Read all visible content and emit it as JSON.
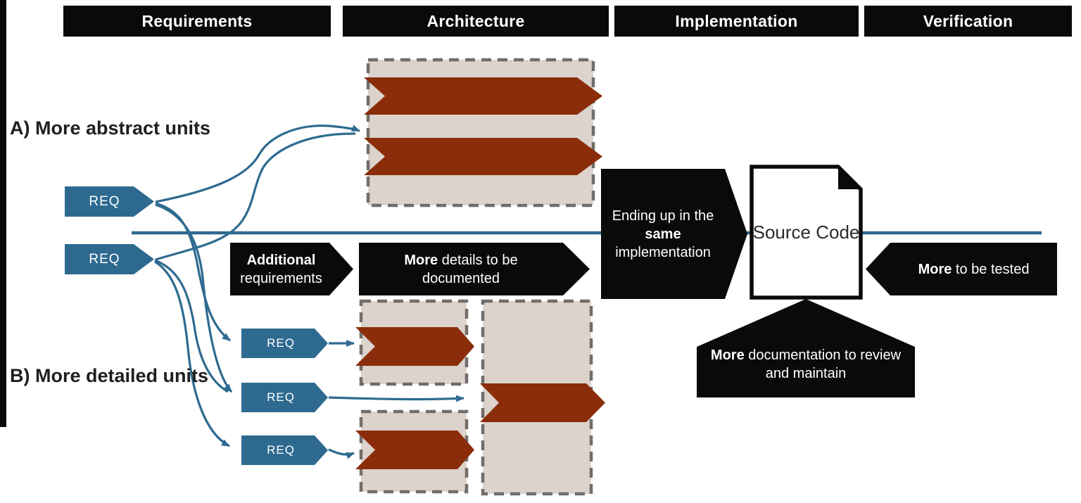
{
  "title": "Requirement granularity trade-off diagram",
  "colors": {
    "blue": "#2e6a90",
    "dark_red": "#8b2d0a",
    "beige": "#dbd3cc",
    "dash_gray": "#716d6a",
    "black": "#0a0a0a",
    "white": "#ffffff"
  },
  "header": {
    "phases": [
      {
        "label": "Requirements"
      },
      {
        "label": "Architecture"
      },
      {
        "label": "Implementation"
      },
      {
        "label": "Verification"
      }
    ]
  },
  "labels": {
    "section_a": "A) More abstract units",
    "section_b": "B) More detailed units"
  },
  "reqs": {
    "a": [
      {
        "label": "REQ"
      },
      {
        "label": "REQ"
      }
    ],
    "b": [
      {
        "label": "REQ"
      },
      {
        "label": "REQ"
      },
      {
        "label": "REQ"
      }
    ]
  },
  "callouts": {
    "additional": {
      "bold": "Additional",
      "rest": " requirements"
    },
    "more_details": {
      "bold": "More",
      "rest": " details to be documented"
    },
    "ending_up": {
      "pre": "Ending up in the ",
      "bold": "same",
      "post": " implementation"
    },
    "source_code": {
      "label": "Source Code"
    },
    "more_tested": {
      "bold": "More",
      "rest": " to be tested"
    },
    "more_docs": {
      "bold": "More",
      "rest": " documentation to review and maintain"
    }
  }
}
